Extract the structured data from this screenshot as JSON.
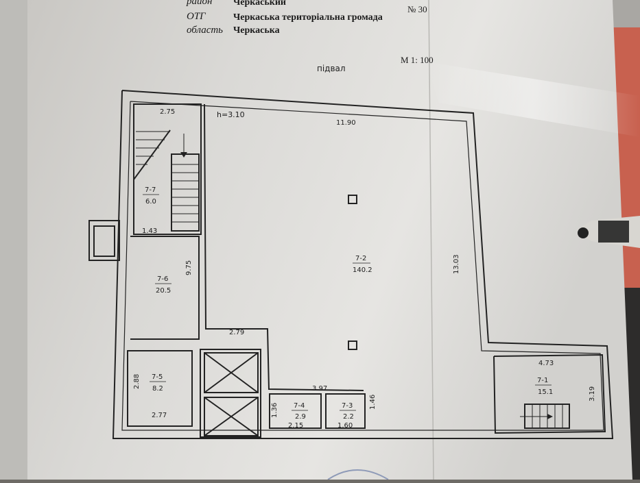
{
  "header": {
    "district_label": "район",
    "district_value": "Черкаський",
    "community_label": "ОТГ",
    "community_value": "Черкаська територіальна громада",
    "region_label": "область",
    "region_value": "Черкаська",
    "sheet_number": "№ 30",
    "scale": "М 1: 100"
  },
  "plan": {
    "floor_label": "підвал",
    "ceiling_height": "h=3.10",
    "dimensions": {
      "top_main": "11.90",
      "stair_width": "2.75",
      "right_height": "13.03",
      "mid_height": "9.75",
      "stair_bottom": "1.43",
      "corridor_width": "2.79",
      "bottom_span": "3.97",
      "room_7_5_height": "2.88",
      "room_7_5_width": "2.77",
      "room_7_4_height": "1.36",
      "room_7_4_width": "2.15",
      "room_7_3_height": "1.46",
      "room_7_3_width": "1.60",
      "room_7_1_width": "4.73",
      "room_7_1_height": "3.19"
    },
    "rooms": [
      {
        "id": "7-7",
        "area": "6.0"
      },
      {
        "id": "7-6",
        "area": "20.5"
      },
      {
        "id": "7-5",
        "area": "8.2"
      },
      {
        "id": "7-4",
        "area": "2.9"
      },
      {
        "id": "7-3",
        "area": "2.2"
      },
      {
        "id": "7-2",
        "area": "140.2"
      },
      {
        "id": "7-1",
        "area": "15.1"
      }
    ]
  }
}
